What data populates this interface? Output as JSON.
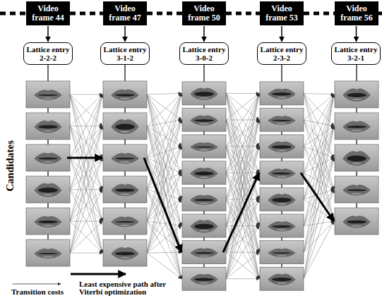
{
  "diagram": {
    "nodes": [
      {
        "text": [
          "Video frame 44"
        ]
      },
      {
        "text": [
          "Video frame 47"
        ]
      },
      {
        "text": [
          "Video frame 50"
        ]
      },
      {
        "text": [
          "Video frame 53"
        ]
      },
      {
        "text": [
          "Video frame 56"
        ]
      },
      {
        "text": [
          "Lattice entry 2-2-2"
        ]
      },
      {
        "text": [
          "Lattice entry 3-1-2"
        ]
      },
      {
        "text": [
          "Lattice entry 3-0-2"
        ]
      },
      {
        "text": [
          "Lattice entry 2-3-2"
        ]
      },
      {
        "text": [
          "Lattice entry 3-2-1"
        ]
      }
    ],
    "edges": [
      {
        "from": 0,
        "to": 1,
        "arrow": "none"
      },
      {
        "from": 1,
        "to": 2,
        "arrow": "none"
      },
      {
        "from": 2,
        "to": 3,
        "arrow": "none"
      },
      {
        "from": 3,
        "to": 4,
        "arrow": "none"
      },
      {
        "from": 0,
        "to": 5,
        "arrow": "to"
      },
      {
        "from": 1,
        "to": 6,
        "arrow": "to"
      },
      {
        "from": 2,
        "to": 7,
        "arrow": "to"
      },
      {
        "from": 3,
        "to": 8,
        "arrow": "to"
      },
      {
        "from": 4,
        "to": 9,
        "arrow": "to"
      }
    ],
    "labels": [
      "Candidates"
    ],
    "legend": [
      {
        "text": "Transition costs"
      },
      {
        "text": "Least expensive path after Viterbi optimization"
      }
    ]
  }
}
